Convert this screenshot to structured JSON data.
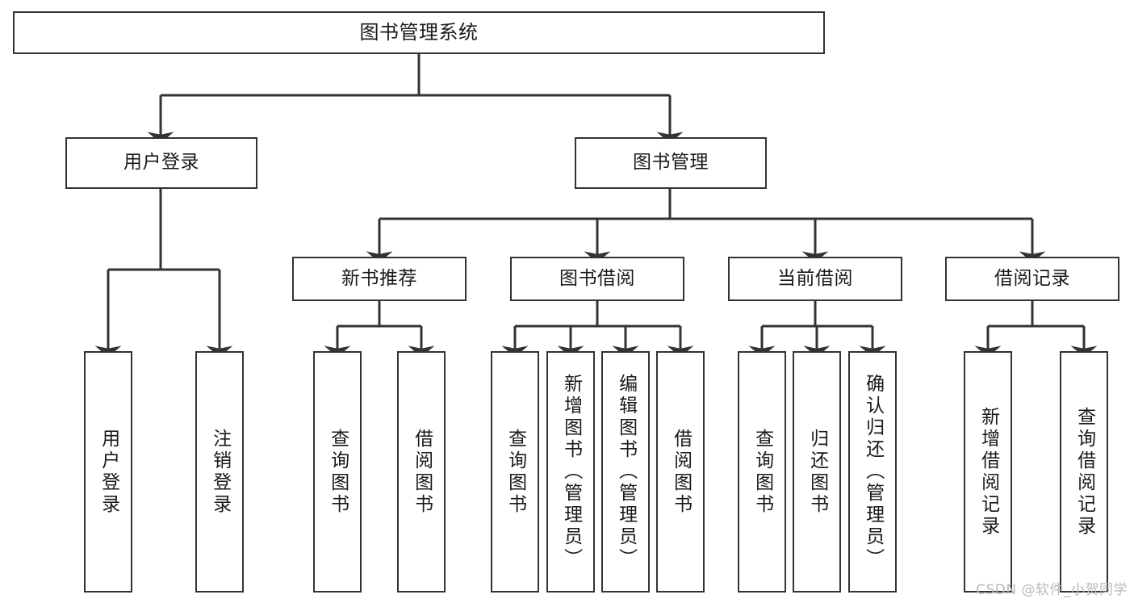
{
  "diagram": {
    "title": "图书管理系统",
    "type": "tree-hierarchy",
    "orientation": "top-down",
    "line_color": "#333333",
    "box_fill": "#ffffff",
    "text_color": "#1a1a1a",
    "levels": 4
  },
  "root": {
    "label": "图书管理系统"
  },
  "level2": {
    "user_login": {
      "label": "用户登录"
    },
    "book_manage": {
      "label": "图书管理"
    }
  },
  "level3": {
    "new_book_recommend": {
      "label": "新书推荐"
    },
    "book_borrow": {
      "label": "图书借阅"
    },
    "current_borrow": {
      "label": "当前借阅"
    },
    "borrow_record": {
      "label": "借阅记录"
    }
  },
  "leaves": {
    "user_login": [
      {
        "label": "用户登录"
      },
      {
        "label": "注销登录"
      }
    ],
    "new_book_recommend": [
      {
        "label": "查询图书"
      },
      {
        "label": "借阅图书"
      }
    ],
    "book_borrow": [
      {
        "label": "查询图书"
      },
      {
        "label": "新增图书（管理员）"
      },
      {
        "label": "编辑图书（管理员）"
      },
      {
        "label": "借阅图书"
      }
    ],
    "current_borrow": [
      {
        "label": "查询图书"
      },
      {
        "label": "归还图书"
      },
      {
        "label": "确认归还（管理员）"
      }
    ],
    "borrow_record": [
      {
        "label": "新增借阅记录"
      },
      {
        "label": "查询借阅记录"
      }
    ]
  },
  "watermark": {
    "text": "CSDN @软件_小贺同学"
  }
}
